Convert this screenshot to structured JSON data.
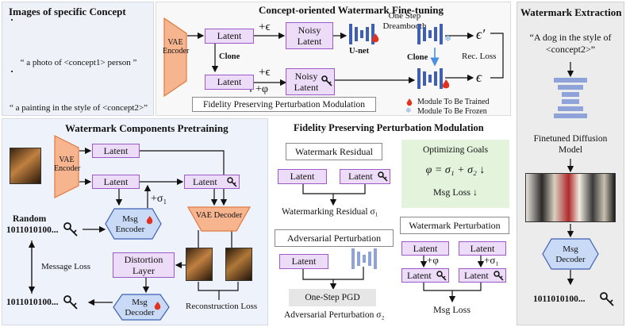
{
  "images": {
    "title": "Images of specific Concept",
    "caption1": "“ a photo of <concept1> person ”",
    "caption2": "“ a painting in the style of <concept2>”"
  },
  "finetune": {
    "title": "Concept-oriented Watermark Fine-tuning",
    "vae_encoder": "VAE Encoder",
    "latent": "Latent",
    "noisy_latent": "Noisy Latent",
    "clone": "Clone",
    "plus_eps": "+ϵ",
    "plus_phi": "+φ",
    "unet": "U-net",
    "one_step_dreambooth": "One Step Dreambooth",
    "eps_prime": "ϵ′",
    "eps": "ϵ",
    "rec_loss": "Rec. Loss",
    "fpp_label": "Fidelity Preserving Perturbation Modulation",
    "legend_trained": "Module To Be Trained",
    "legend_frozen": "Module To Be Frozen"
  },
  "extraction": {
    "title": "Watermark Extraction",
    "prompt": "“A dog in the style of <concept2>”",
    "model": "Finetuned Diffusion Model",
    "msg_decoder": "Msg Decoder",
    "bits": "1011010100..."
  },
  "pretrain": {
    "title": "Watermark Components Pretraining",
    "vae_encoder": "VAE Encoder",
    "latent": "Latent",
    "sigma1": "+σ₁",
    "random": "Random",
    "random_bits": "1011010100...",
    "msg_encoder": "Msg Encoder",
    "vae_decoder": "VAE Decoder",
    "message_loss": "Message Loss",
    "distortion": "Distortion Layer",
    "msg_decoder": "Msg Decoder",
    "out_bits": "1011010100...",
    "recon_loss": "Reconstruction Loss"
  },
  "fpp": {
    "title": "Fidelity Preserving Perturbation Modulation",
    "watermark_residual": "Watermark Residual",
    "latent": "Latent",
    "wm_residual_label": "Watermarking Residual  σ₁",
    "goals_title": "Optimizing Goals",
    "goals_eq": "φ = σ₁ + σ₂ ↓",
    "goals_loss": "Msg Loss ↓",
    "adversarial": "Adversarial Perturbation",
    "watermark_perturbation": "Watermark Perturbation",
    "plus_phi": "+φ",
    "plus_sigma1": "+σ₁",
    "pgd": "One-Step PGD",
    "adv_label": "Adversarial Perturbation σ₂",
    "msg_loss": "Msg Loss"
  },
  "colors": {
    "purple_fill": "#ecdcf7",
    "purple_border": "#9b59c9",
    "orange": "#f6b48f",
    "blue_fill": "#c9daf6",
    "blue_dark": "#3f5fb3",
    "flame": "#e0321e",
    "panel_blue": "#eef2fa",
    "panel_gray": "#eeeeee",
    "panel_green": "#e3f3dc"
  },
  "icons": [
    "key-icon",
    "flame-icon",
    "snowflake-icon",
    "unet-icon"
  ]
}
